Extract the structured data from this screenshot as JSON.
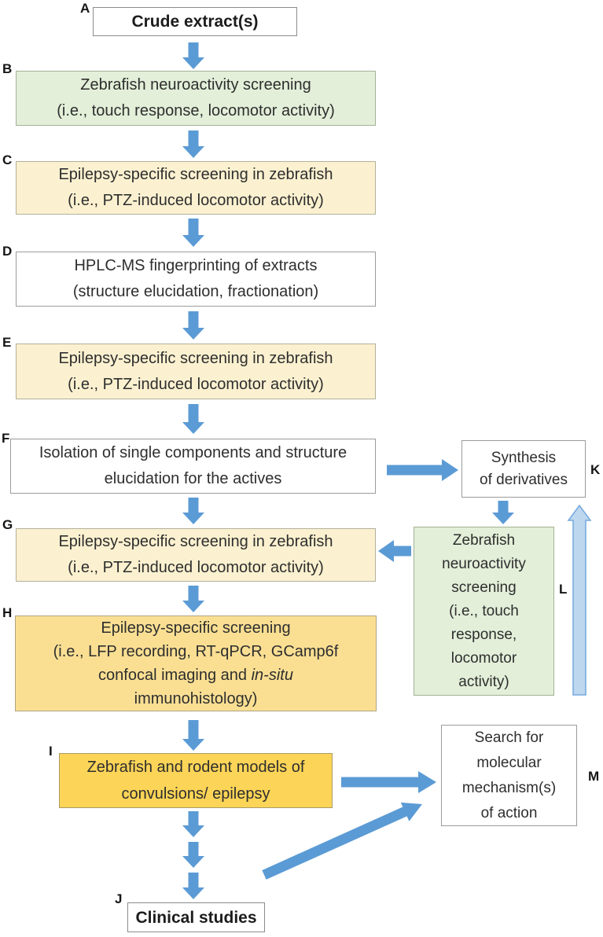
{
  "colors": {
    "arrow_blue": "#5b9bd5",
    "light_arrow_fill": "#bdd7ee",
    "light_arrow_border": "#74a9dd",
    "green_fill": "#e3efd9",
    "cream_fill": "#fbf1d0",
    "gold_light_fill": "#fadf93",
    "gold_fill": "#fcd457",
    "white_fill": "#ffffff",
    "text": "#2e2e2e"
  },
  "labels": {
    "a": "A",
    "b": "B",
    "c": "C",
    "d": "D",
    "e": "E",
    "f": "F",
    "g": "G",
    "h": "H",
    "i": "I",
    "j": "J",
    "k": "K",
    "l": "L",
    "m": "M"
  },
  "boxes": {
    "a": "Crude extract(s)",
    "b": "Zebrafish neuroactivity screening\n(i.e., touch response, locomotor activity)",
    "c": "Epilepsy-specific screening in zebrafish\n(i.e., PTZ-induced locomotor activity)",
    "d": "HPLC-MS fingerprinting of extracts\n(structure elucidation, fractionation)",
    "e": "Epilepsy-specific screening in zebrafish\n(i.e., PTZ-induced locomotor activity)",
    "f": "Isolation of single components and structure\nelucidation for the actives",
    "g": "Epilepsy-specific screening in zebrafish\n(i.e., PTZ-induced locomotor activity)",
    "h_before": "Epilepsy-specific screening\n(i.e., LFP recording, RT-qPCR, GCamp6f\nconfocal imaging and ",
    "h_italic": "in-situ",
    "h_after": "\nimmunohistology)",
    "i": "Zebrafish and rodent models of\nconvulsions/ epilepsy",
    "j": "Clinical studies",
    "k": "Synthesis\nof derivatives",
    "l": "Zebrafish\nneuroactivity\nscreening\n(i.e., touch\nresponse,\nlocomotor\nactivity)",
    "m": "Search for\nmolecular\nmechanism(s)\nof action"
  }
}
